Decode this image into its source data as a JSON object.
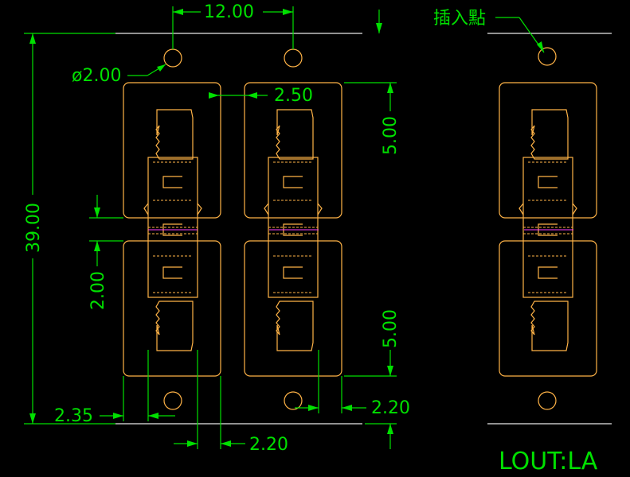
{
  "dimensions": {
    "pitch": "12.00",
    "hole_diameter": "ø2.00",
    "offset_a": "2.50",
    "height_upper": "5.00",
    "total_height": "39.00",
    "gap": "2.00",
    "height_lower": "5.00",
    "edge_left": "2.35",
    "edge_right": "2.20",
    "edge_bottom": "2.20"
  },
  "labels": {
    "insertion_point": "插入點",
    "layout": "LOUT:LA"
  },
  "colors": {
    "dimension": "#00e000",
    "outline": "#ffb347",
    "reference": "#e8e8e8",
    "centerline": "#ff40ff",
    "background": "#000000"
  }
}
